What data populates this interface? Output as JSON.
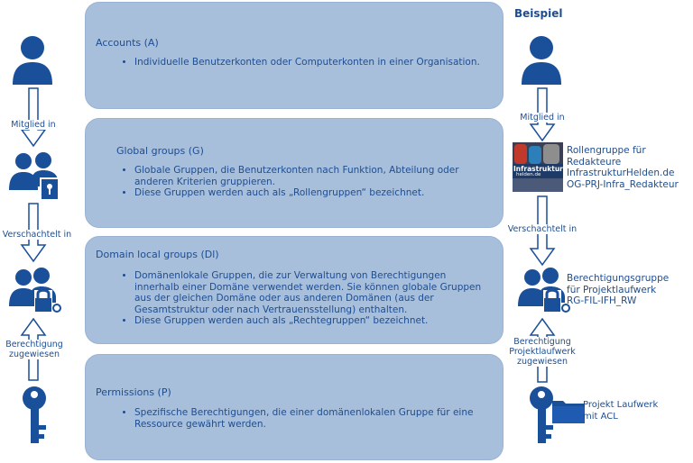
{
  "heading": "Beispiel",
  "panels": {
    "accounts": {
      "title": "Accounts (A)",
      "bullets": [
        "Individuelle Benutzerkonten oder Computerkonten in einer Organisation."
      ]
    },
    "global": {
      "title": "Global groups (G)",
      "bullets": [
        "Globale Gruppen, die Benutzerkonten nach Funktion, Abteilung oder anderen Kriterien gruppieren.",
        "Diese Gruppen werden auch als „Rollengruppen“ bezeichnet."
      ]
    },
    "domain_local": {
      "title": "Domain local groups (Dl)",
      "bullets": [
        "Domänenlokale Gruppen, die zur Verwaltung von Berechtigungen innerhalb einer Domäne verwendet werden. Sie können globale Gruppen aus der gleichen Domäne oder aus anderen Domänen (aus der Gesamtstruktur oder nach Vertrauensstellung) enthalten.",
        "Diese Gruppen werden auch als „Rechtegruppen“ bezeichnet."
      ]
    },
    "permissions": {
      "title": "Permissions (P)",
      "bullets": [
        "Spezifische Berechtigungen, die einer domänenlokalen Gruppe für eine Ressource gewährt werden."
      ]
    }
  },
  "left_labels": {
    "member": "Mitglied in",
    "nested": "Verschachtelt in",
    "perm_line1": "Berechtigung",
    "perm_line2": "zugewiesen"
  },
  "right_labels": {
    "member": "Mitglied in",
    "nested": "Verschachtelt in",
    "perm_line1": "Berechtigung",
    "perm_line2": "Projektlaufwerk",
    "perm_line3": "zugewiesen"
  },
  "examples": {
    "role_group": [
      "Rollengruppe für",
      "Redakteure",
      "InfrastrukturHelden.de",
      "OG-PRJ-Infra_Redakteur"
    ],
    "logo_text": [
      "Infrastruktur",
      "helden.de"
    ],
    "perm_group": [
      "Berechtigungsgruppe",
      "für Projektlaufwerk",
      "RG-FIL-IFH_RW"
    ],
    "drive": [
      "Projekt Laufwerk",
      "mit ACL"
    ]
  },
  "colors": {
    "icon": "#1a4f9a",
    "panel": "#a8bfdc",
    "text": "#1e4d8f"
  },
  "icons": [
    "user-icon",
    "group-lock-icon",
    "group-padlock-icon",
    "key-icon",
    "folder-icon"
  ]
}
